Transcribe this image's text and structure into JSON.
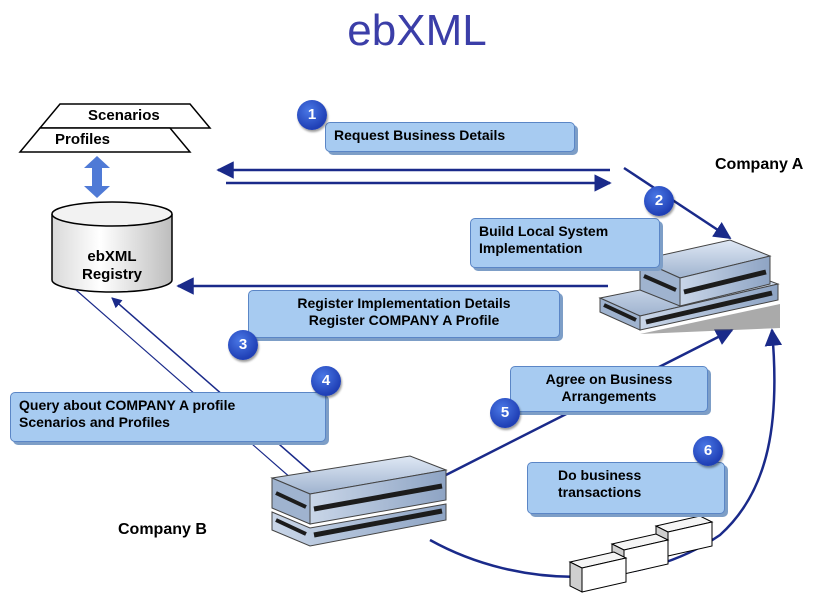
{
  "title": "ebXML",
  "nodes": {
    "scenarios": "Scenarios",
    "profiles": "Profiles",
    "registry_line1": "ebXML",
    "registry_line2": "Registry",
    "company_a": "Company A",
    "company_b": "Company B"
  },
  "steps": [
    {
      "number": "1",
      "lines": [
        "Request Business Details"
      ]
    },
    {
      "number": "2",
      "lines": [
        "Build Local System",
        "Implementation"
      ]
    },
    {
      "number": "3",
      "lines": [
        "Register Implementation Details",
        "Register COMPANY A  Profile"
      ]
    },
    {
      "number": "4",
      "lines": [
        "Query about COMPANY A profile",
        "Scenarios and Profiles"
      ]
    },
    {
      "number": "5",
      "lines": [
        "Agree on Business",
        "Arrangements"
      ]
    },
    {
      "number": "6",
      "lines": [
        "Do business",
        "transactions"
      ]
    }
  ],
  "colors": {
    "title": "#3b3ea8",
    "step_box": "#a7cbf1",
    "step_badge": "#1f3fb5",
    "arrow": "#1a2a8a"
  }
}
